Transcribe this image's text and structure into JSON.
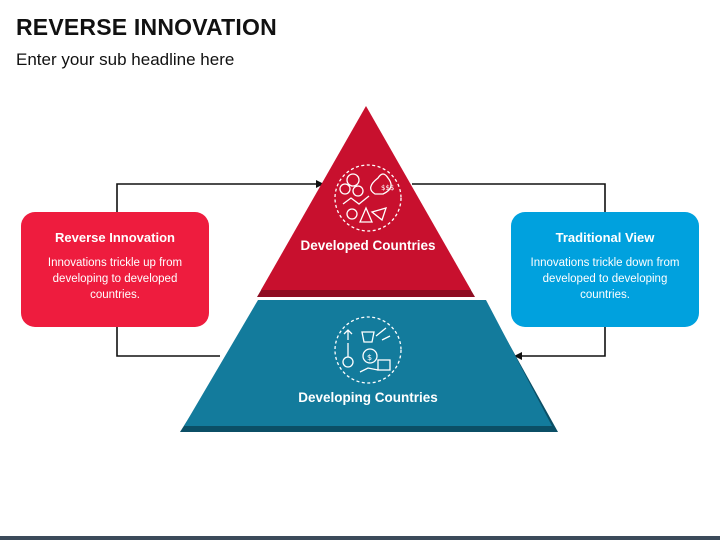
{
  "header": {
    "title": "REVERSE INNOVATION",
    "subtitle": "Enter your sub headline here"
  },
  "cards": {
    "left": {
      "title": "Reverse Innovation",
      "text": "Innovations trickle up from developing to developed countries.",
      "color": "#EE1C3E"
    },
    "right": {
      "title": "Traditional View",
      "text": "Innovations trickle down from developed to developing countries.",
      "color": "#00A1DE"
    }
  },
  "pyramid": {
    "top": {
      "label": "Developed Countries",
      "color": "#C8102E",
      "shadow": "#8E0D22",
      "icon": "money-growth-icon"
    },
    "bottom": {
      "label": "Developing Countries",
      "color": "#137B9C",
      "shadow": "#0B4F66",
      "icon": "development-icon"
    }
  },
  "colors": {
    "arrow": "#111111",
    "footer": "#3b4a5a"
  }
}
